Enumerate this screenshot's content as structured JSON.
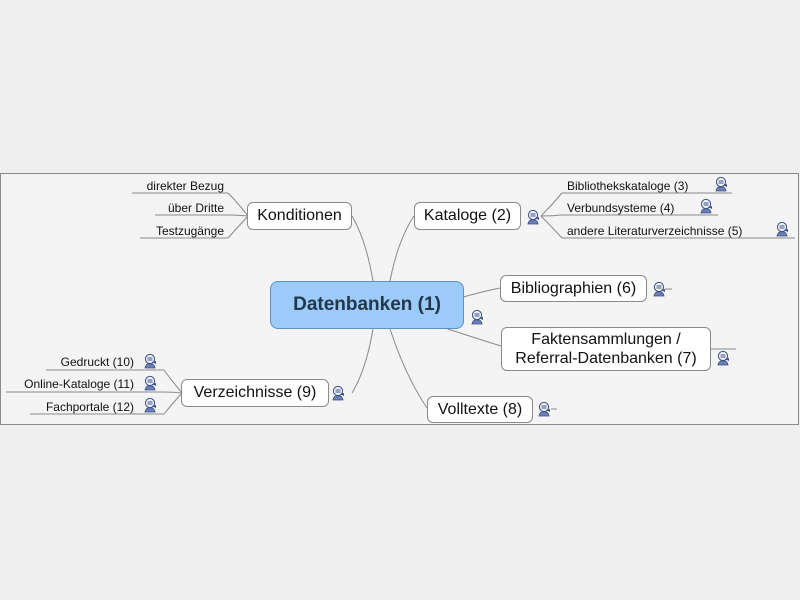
{
  "root": {
    "label": "Datenbanken (1)"
  },
  "topics": {
    "konditionen": {
      "label": "Konditionen",
      "children": [
        "direkter Bezug",
        "über Dritte",
        "Testzugänge"
      ]
    },
    "kataloge": {
      "label": "Kataloge (2)",
      "children": [
        "Bibliothekskataloge (3)",
        "Verbundsysteme (4)",
        "andere Literaturverzeichnisse (5)"
      ]
    },
    "bibliographien": {
      "label": "Bibliographien (6)"
    },
    "fakten": {
      "line1": "Faktensammlungen /",
      "line2": "Referral-Datenbanken (7)"
    },
    "verzeichnisse": {
      "label": "Verzeichnisse (9)",
      "children": [
        "Gedruckt (10)",
        "Online-Kataloge (11)",
        "Fachportale (12)"
      ]
    },
    "volltexte": {
      "label": "Volltexte (8)"
    }
  },
  "colors": {
    "root_fill": "#9ccbf9",
    "line": "#8a8a8a",
    "icon_ink": "#3d4f86"
  },
  "icon_name": "hyperlink-icon"
}
